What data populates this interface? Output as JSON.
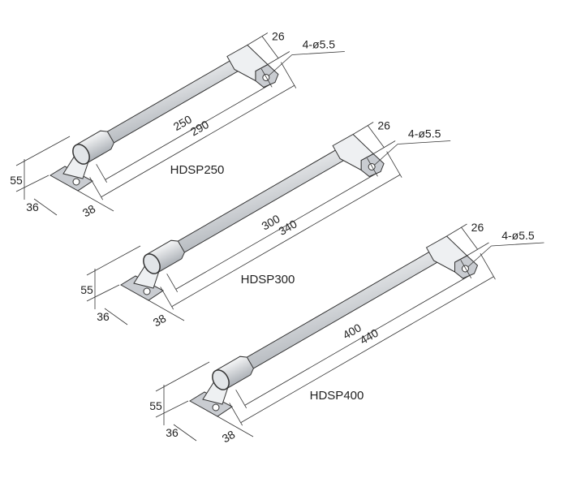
{
  "handles": [
    {
      "model": "HDSP250",
      "inner_length": "250",
      "overall_length": "290",
      "height": "55",
      "foot_height": "36",
      "foot_width": "38",
      "bracket_width": "26",
      "holes": "4-ø5.5"
    },
    {
      "model": "HDSP300",
      "inner_length": "300",
      "overall_length": "340",
      "height": "55",
      "foot_height": "36",
      "foot_width": "38",
      "bracket_width": "26",
      "holes": "4-ø5.5"
    },
    {
      "model": "HDSP400",
      "inner_length": "400",
      "overall_length": "440",
      "height": "55",
      "foot_height": "36",
      "foot_width": "38",
      "bracket_width": "26",
      "holes": "4-ø5.5"
    }
  ],
  "colors": {
    "metal_light": "#eef0f2",
    "metal_mid": "#c9ccd1",
    "metal_dark": "#8e939a",
    "line": "#333333"
  }
}
